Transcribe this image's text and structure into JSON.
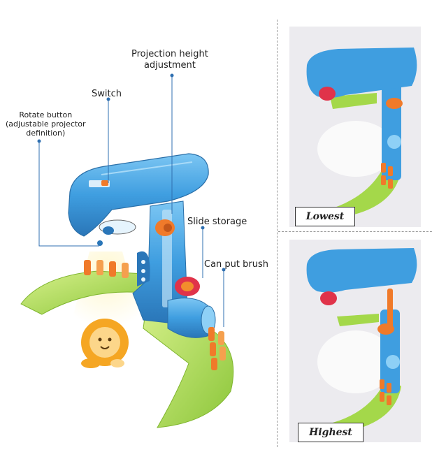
{
  "callouts": {
    "projection_height_line1": "Projection height",
    "projection_height_line2": "adjustment",
    "switch": "Switch",
    "rotate_line1": "Rotate button",
    "rotate_line2": "(adjustable projector",
    "rotate_line3": "definition)",
    "slide_storage": "Slide storage",
    "can_put_brush": "Can put brush"
  },
  "photos": {
    "lowest_label": "Lowest",
    "highest_label": "Highest"
  },
  "colors": {
    "body_blue": "#3f9ee0",
    "body_blue_dark": "#2a76b8",
    "base_green": "#a4d84a",
    "accent_orange": "#f07a2a",
    "slide_wheel_red": "#e0334a",
    "lion_orange": "#f5a623"
  }
}
